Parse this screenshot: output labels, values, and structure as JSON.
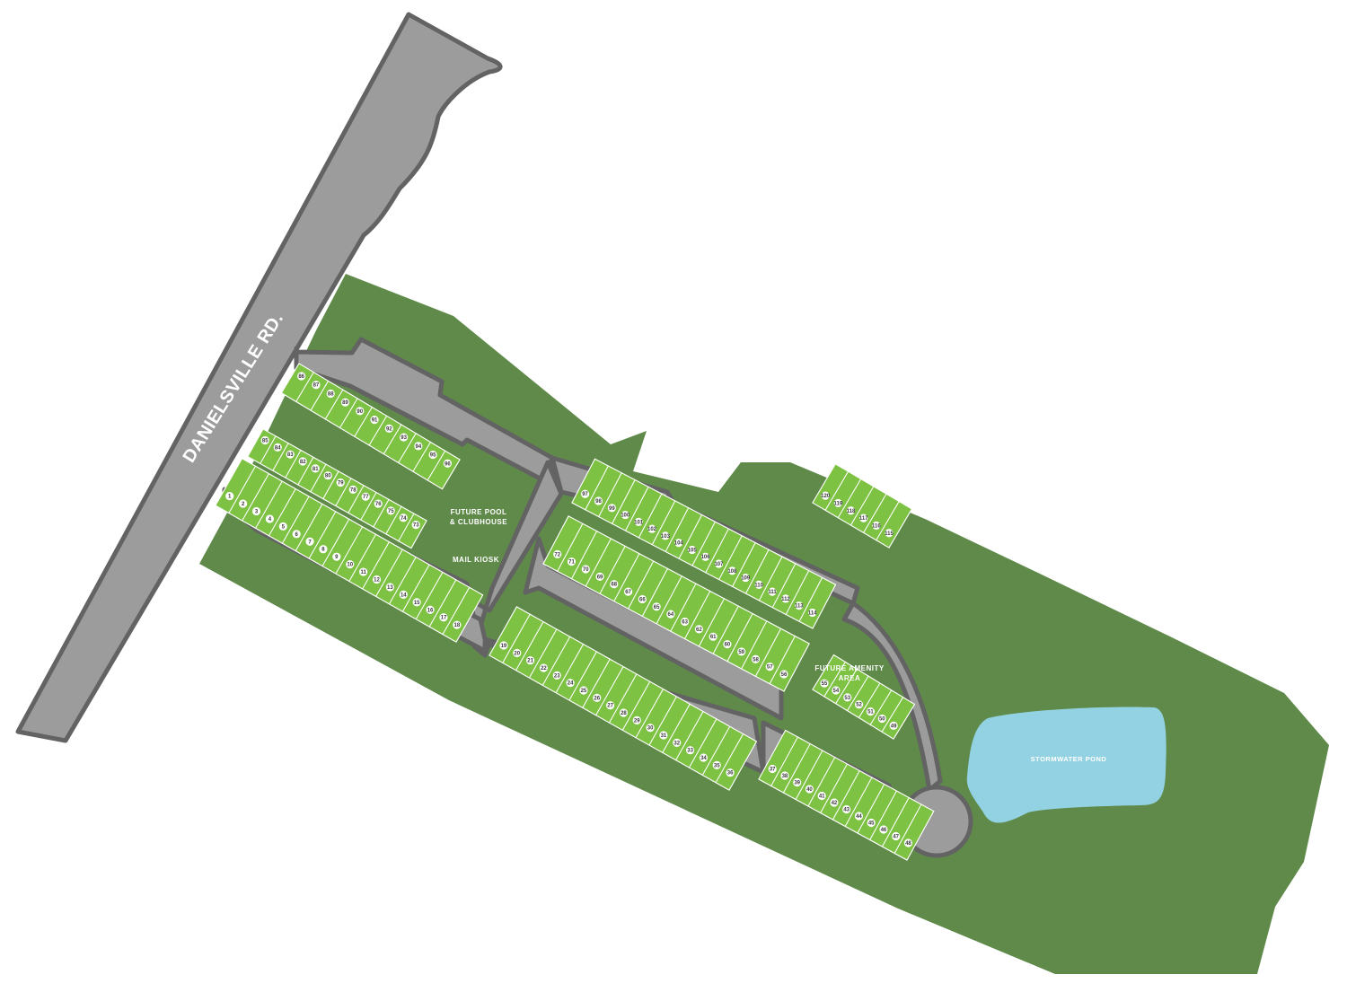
{
  "road": {
    "name": "DANIELSVILLE RD."
  },
  "labels": {
    "pool": [
      "FUTURE POOL",
      "& CLUBHOUSE"
    ],
    "mail": "MAIL KIOSK",
    "amenity": [
      "FUTURE AMENITY",
      "AREA"
    ],
    "pond": "STORMWATER POND"
  },
  "colors": {
    "open_space": "#5f8a4a",
    "lot": "#7dc242",
    "road": "#9c9c9c",
    "road_edge": "#636363",
    "pond": "#93d2e2",
    "lot_line": "#ffffff"
  },
  "lot_rows": [
    {
      "id": "row-1-18",
      "lots": [
        "1",
        "2",
        "3",
        "4",
        "5",
        "6",
        "7",
        "8",
        "9",
        "10",
        "11",
        "12",
        "13",
        "14",
        "15",
        "16",
        "17",
        "18"
      ]
    },
    {
      "id": "row-19-36",
      "lots": [
        "19",
        "20",
        "21",
        "22",
        "23",
        "24",
        "25",
        "26",
        "27",
        "28",
        "29",
        "30",
        "31",
        "32",
        "33",
        "34",
        "35",
        "36"
      ]
    },
    {
      "id": "row-37-48",
      "lots": [
        "37",
        "38",
        "39",
        "40",
        "41",
        "42",
        "43",
        "44",
        "45",
        "46",
        "47",
        "48"
      ]
    },
    {
      "id": "row-49-55",
      "lots": [
        "55",
        "54",
        "53",
        "52",
        "51",
        "50",
        "49"
      ]
    },
    {
      "id": "row-56-72",
      "lots": [
        "72",
        "71",
        "70",
        "69",
        "68",
        "67",
        "66",
        "65",
        "64",
        "63",
        "62",
        "61",
        "60",
        "59",
        "58",
        "57",
        "56"
      ]
    },
    {
      "id": "row-73-85",
      "lots": [
        "85",
        "84",
        "83",
        "82",
        "81",
        "80",
        "79",
        "78",
        "77",
        "76",
        "75",
        "74",
        "73"
      ]
    },
    {
      "id": "row-86-96",
      "lots": [
        "86",
        "87",
        "88",
        "89",
        "90",
        "91",
        "92",
        "93",
        "94",
        "95",
        "96"
      ]
    },
    {
      "id": "row-97-114",
      "lots": [
        "97",
        "98",
        "99",
        "100",
        "101",
        "102",
        "103",
        "104",
        "105",
        "106",
        "107",
        "108",
        "109",
        "110",
        "111",
        "112",
        "113",
        "114"
      ]
    },
    {
      "id": "row-115-120",
      "lots": [
        "120",
        "119",
        "118",
        "117",
        "116",
        "115"
      ]
    }
  ]
}
